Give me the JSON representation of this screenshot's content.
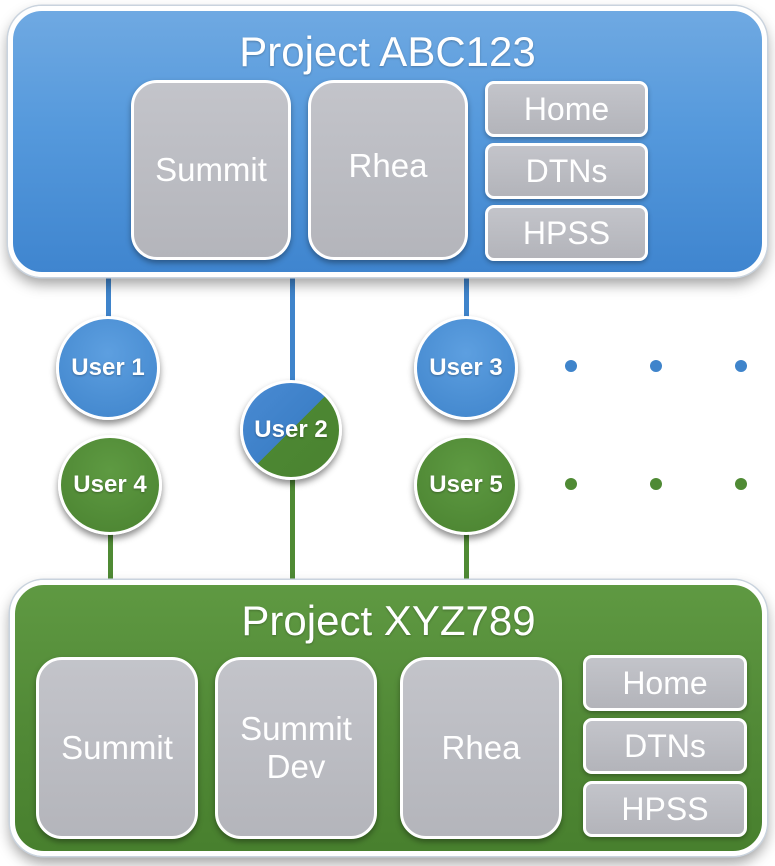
{
  "project_top": {
    "title": "Project ABC123",
    "systems": [
      "Summit",
      "Rhea"
    ],
    "storage": [
      "Home",
      "DTNs",
      "HPSS"
    ],
    "color": "#4a90d9"
  },
  "project_bottom": {
    "title": "Project XYZ789",
    "systems": [
      "Summit",
      "Summit Dev",
      "Rhea"
    ],
    "storage": [
      "Home",
      "DTNs",
      "HPSS"
    ],
    "color": "#548b3a"
  },
  "users": [
    {
      "label": "User 1",
      "membership": "ABC123"
    },
    {
      "label": "User 2",
      "membership": "ABC123 and XYZ789"
    },
    {
      "label": "User 3",
      "membership": "ABC123"
    },
    {
      "label": "User 4",
      "membership": "XYZ789"
    },
    {
      "label": "User 5",
      "membership": "XYZ789"
    }
  ],
  "colors": {
    "system_box": "#bbbcc2",
    "text": "#ffffff",
    "blue": "#3f84cb",
    "green": "#4f8a34"
  }
}
